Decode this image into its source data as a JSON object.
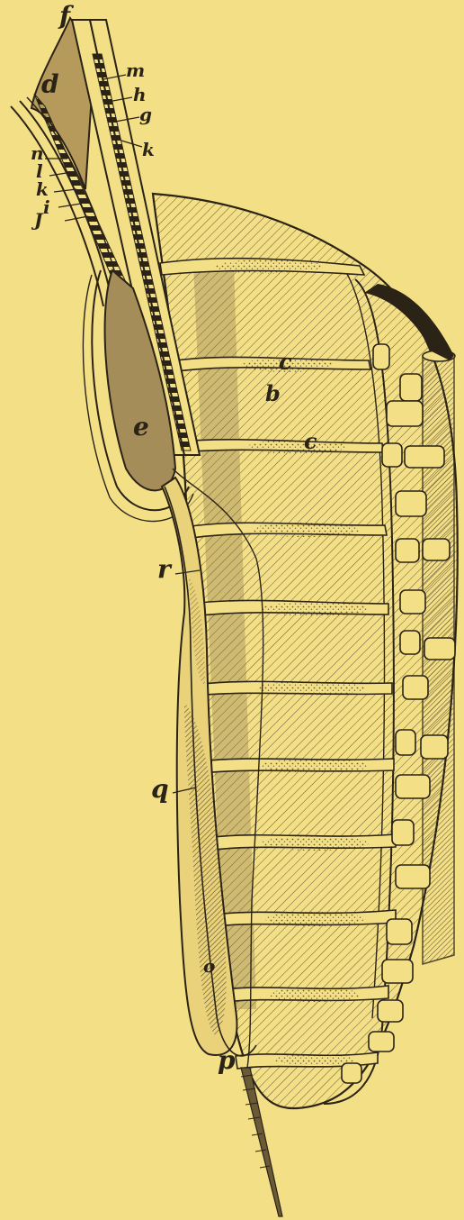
{
  "figure": {
    "background": "#f3df86",
    "ink": "#2a2316",
    "labels": {
      "f": "f",
      "m": "m",
      "h": "h",
      "g": "g",
      "k_right": "k",
      "d": "d",
      "n": "n",
      "l": "l",
      "k_left": "k",
      "i": "i",
      "J": "J",
      "c_upper": "c",
      "b": "b",
      "e": "e",
      "c_lower": "c",
      "r": "r",
      "q": "q",
      "o": "o",
      "p": "p"
    }
  }
}
